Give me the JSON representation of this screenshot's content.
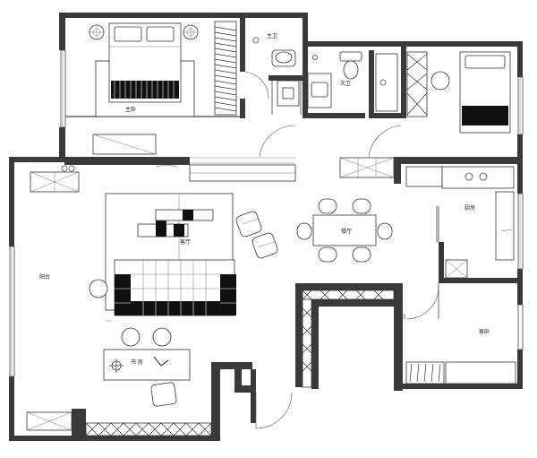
{
  "rooms": {
    "master_bedroom": "主卧",
    "master_bath": "主卫",
    "second_bath": "次卫",
    "living_room": "客厅",
    "dining_room": "餐厅",
    "kitchen": "厨房",
    "balcony": "阳台",
    "study": "书 房",
    "bedroom": "客卧"
  },
  "icons": {
    "floor_drain": "floor-drain-icon",
    "door_swing": "door-swing-icon",
    "compass": "compass-icon"
  },
  "colors": {
    "wall": "#3a3a3a",
    "line": "#444444",
    "dark_fill": "#111111",
    "background": "#ffffff"
  }
}
